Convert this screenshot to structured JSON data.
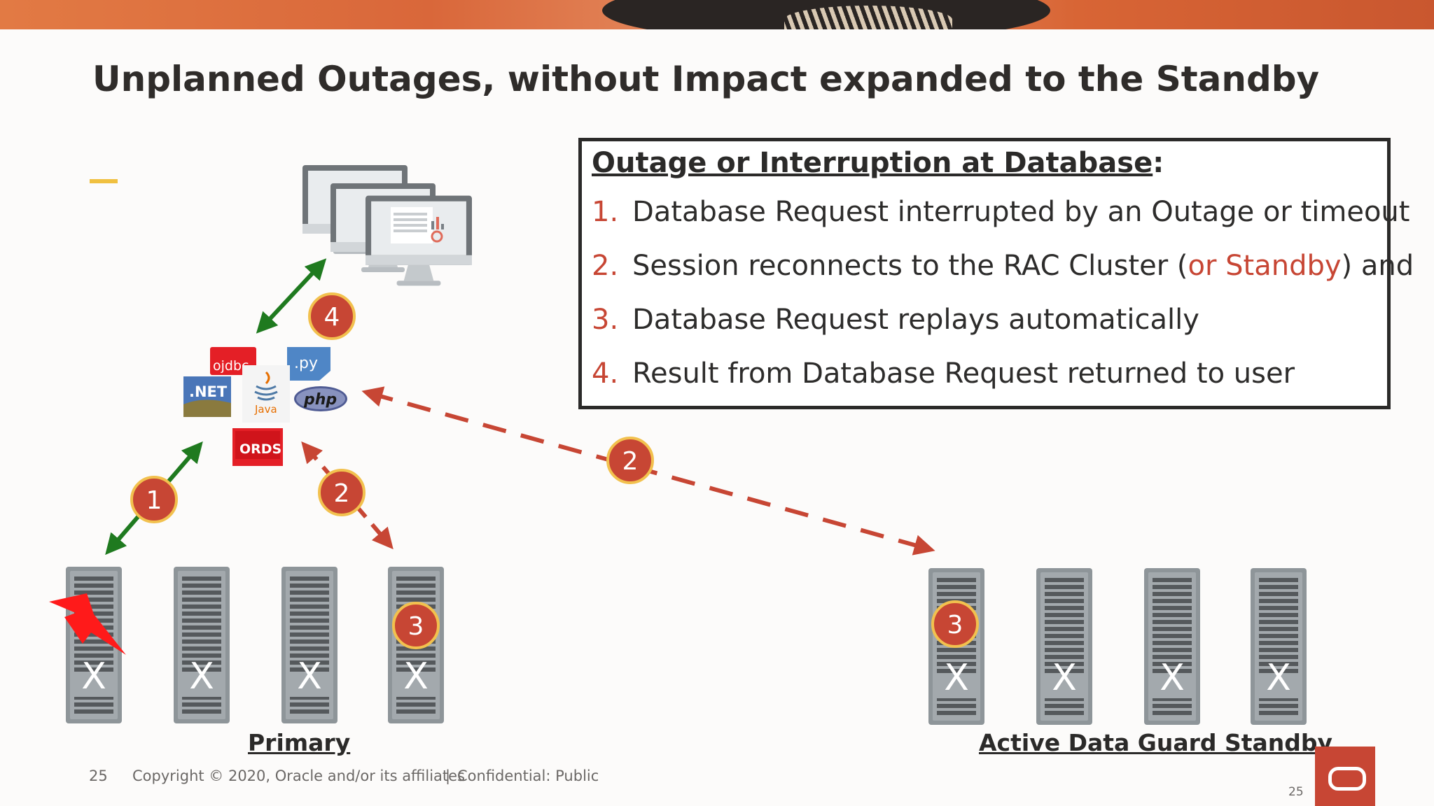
{
  "slide": {
    "title": "Unplanned Outages, without Impact expanded to the Standby"
  },
  "infobox": {
    "heading": "Outage or Interruption at Database",
    "heading_suffix": ":",
    "items": [
      {
        "num": "1.",
        "text": "Database Request interrupted by an Outage or timeout"
      },
      {
        "num": "2.",
        "text_before": "Session reconnects to the RAC Cluster (",
        "highlight": "or Standby",
        "text_after": ") and"
      },
      {
        "num": "3.",
        "text": "Database Request replays automatically"
      },
      {
        "num": "4.",
        "text": "Result from Database Request returned to user"
      }
    ]
  },
  "diagram": {
    "drivers": {
      "ojdbc": "ojdbc",
      "py": ".py",
      "net": ".NET",
      "java": "Java",
      "php": "php",
      "ords": "ORDS"
    },
    "badges": {
      "step1": "1",
      "step2_local": "2",
      "step2_standby": "2",
      "step3_primary": "3",
      "step3_standby": "3",
      "step4": "4"
    },
    "server_mark": "X",
    "primary_label": "Primary",
    "standby_label": "Active Data Guard Standby"
  },
  "footer": {
    "page_number": "25",
    "copyright": "Copyright © 2020, Oracle and/or its affiliates",
    "separator": "|",
    "confidentiality": "Confidential: Public",
    "page_number_small": "25"
  },
  "colors": {
    "accent_red": "#c74634",
    "arrow_green": "#1f7a1f",
    "badge_red": "#c74634",
    "badge_ring": "#f2c14e",
    "lightning": "#ff1a1a",
    "server_gray": "#8e9599"
  },
  "icons": [
    "monitor-icon",
    "server-rack-icon",
    "lightning-bolt-icon",
    "oracle-logo-icon"
  ]
}
